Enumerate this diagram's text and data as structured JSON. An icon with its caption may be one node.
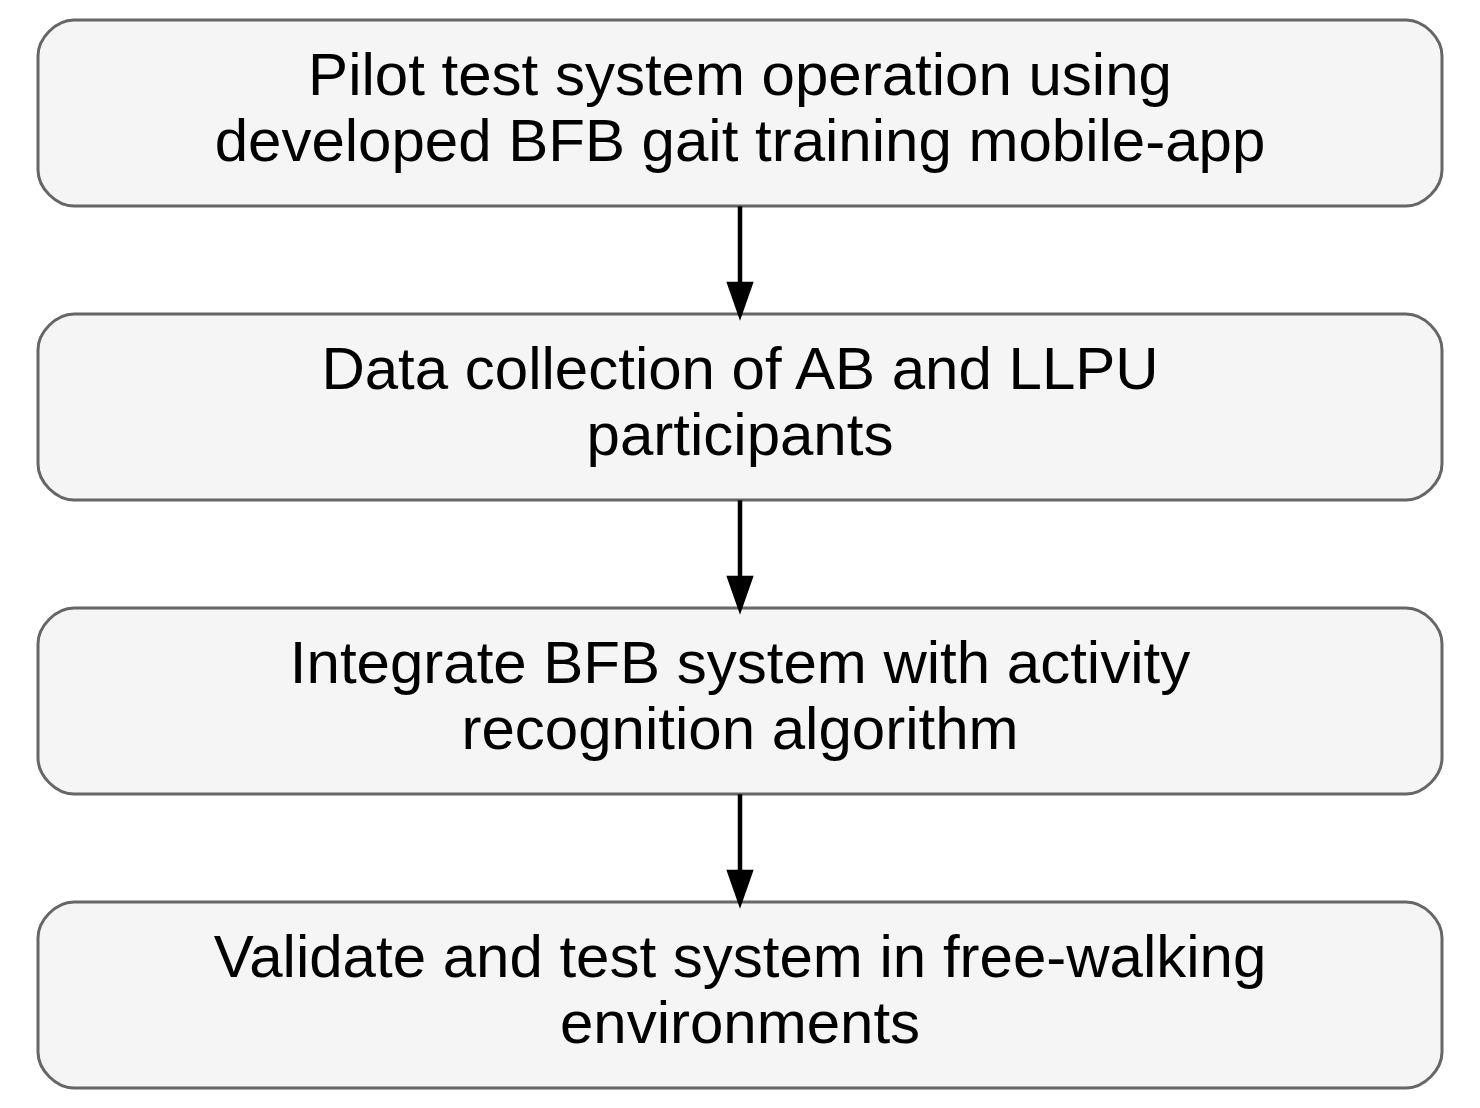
{
  "diagram": {
    "nodes": [
      {
        "text": [
          "Pilot test system operation using developed BFB gait training mobile-app"
        ]
      },
      {
        "text": [
          "Data collection of AB and LLPU participants"
        ]
      },
      {
        "text": [
          "Integrate BFB system with activity recognition algorithm"
        ]
      },
      {
        "text": [
          "Validate and test system in free-walking environments"
        ]
      }
    ],
    "edges": [
      {
        "from": 0,
        "to": 1,
        "arrow": "to"
      },
      {
        "from": 1,
        "to": 2,
        "arrow": "to"
      },
      {
        "from": 2,
        "to": 3,
        "arrow": "to"
      }
    ]
  }
}
